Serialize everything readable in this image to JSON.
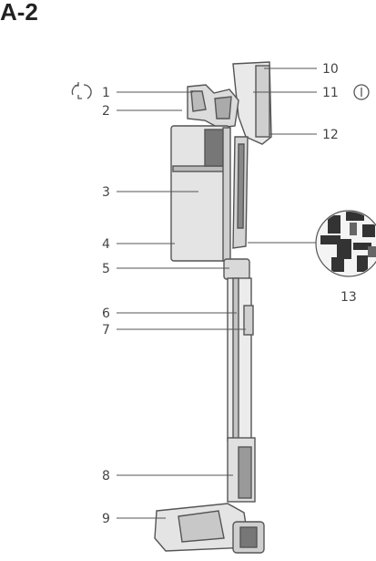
{
  "page": {
    "heading": "A-2"
  },
  "callouts": [
    {
      "num": "1"
    },
    {
      "num": "2"
    },
    {
      "num": "3"
    },
    {
      "num": "4"
    },
    {
      "num": "5"
    },
    {
      "num": "6"
    },
    {
      "num": "7"
    },
    {
      "num": "8"
    },
    {
      "num": "9"
    },
    {
      "num": "10"
    },
    {
      "num": "11"
    },
    {
      "num": "12"
    },
    {
      "num": "13"
    }
  ],
  "icons": {
    "refresh": "refresh-icon",
    "power": "power-icon"
  },
  "colors": {
    "line": "#555555",
    "body_dark": "#888888",
    "body_light": "#d6d6d6",
    "text": "#444444"
  }
}
